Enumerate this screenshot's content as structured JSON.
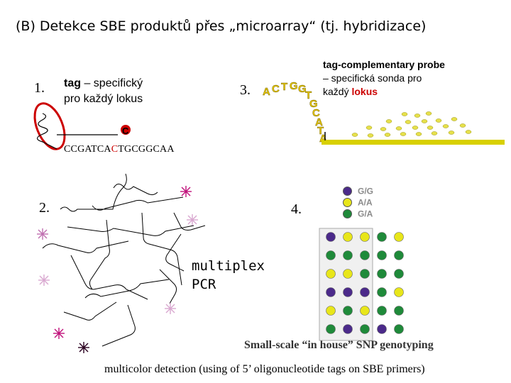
{
  "title": "(B) Detekce SBE produktů přes „microarray“ (tj. hybridizace)",
  "panel1": {
    "number": "1.",
    "tag_bold": "tag",
    "tag_rest": " – specifický",
    "tag_line2": "pro každý lokus",
    "base": "C",
    "sequence_a": "CCGATCA",
    "sequence_b": "C",
    "sequence_c": "TGCGGCAA"
  },
  "panel3": {
    "number": "3.",
    "probe_line1": "tag-complementary probe",
    "probe_line2": "– specifická sonda pro",
    "probe_line3a": "každý ",
    "probe_line3b": "lokus",
    "probe_sequence": "ACTGGTGCATA"
  },
  "panel2": {
    "number": "2.",
    "label_line1": "multiplex",
    "label_line2": "PCR"
  },
  "panel4": {
    "number": "4.",
    "legend": [
      {
        "label": "G/G",
        "color": "#4b2a8a"
      },
      {
        "label": "A/A",
        "color": "#e8e61a"
      },
      {
        "label": "G/A",
        "color": "#1f8a3a"
      }
    ],
    "caption": "Small-scale “in house” SNP genotyping",
    "grid": [
      [
        "#4b2a8a",
        "#e8e61a",
        "#e8e61a",
        "#1f8a3a",
        "#e8e61a"
      ],
      [
        "#1f8a3a",
        "#1f8a3a",
        "#1f8a3a",
        "#1f8a3a",
        "#1f8a3a"
      ],
      [
        "#e8e61a",
        "#e8e61a",
        "#1f8a3a",
        "#1f8a3a",
        "#1f8a3a"
      ],
      [
        "#4b2a8a",
        "#4b2a8a",
        "#4b2a8a",
        "#1f8a3a",
        "#e8e61a"
      ],
      [
        "#e8e61a",
        "#1f8a3a",
        "#e8e61a",
        "#1f8a3a",
        "#1f8a3a"
      ],
      [
        "#1f8a3a",
        "#4b2a8a",
        "#1f8a3a",
        "#4b2a8a",
        "#1f8a3a"
      ]
    ]
  },
  "bottom_caption": "multicolor detection (using of 5’ oligonucleotide tags on SBE primers)",
  "colors": {
    "red": "#cc0000",
    "probe_letters": "#e8c800",
    "bar": "#d8d000",
    "star_dark": "#c0107a",
    "star_light": "#d9a8d0",
    "star_black": "#2a0020"
  }
}
